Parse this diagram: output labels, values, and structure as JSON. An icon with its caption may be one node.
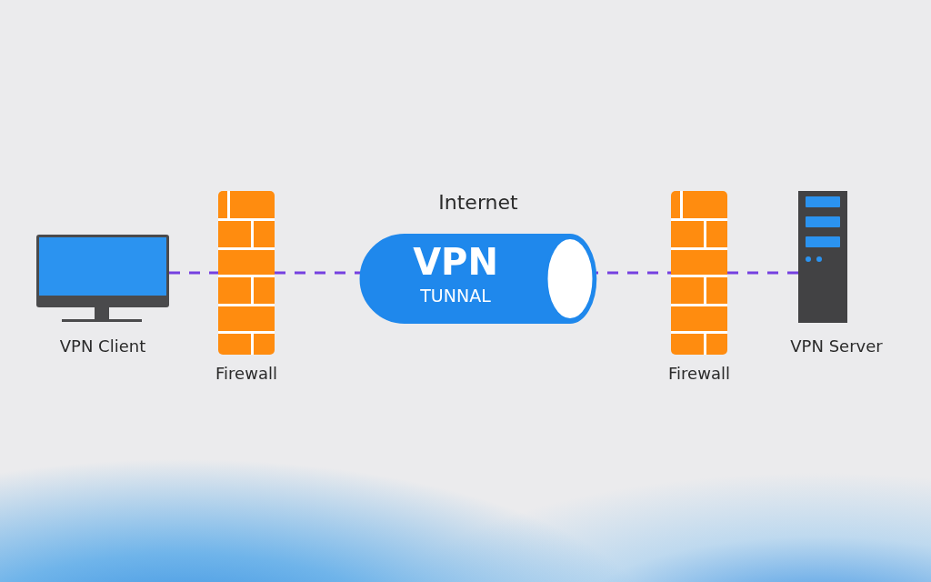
{
  "diagram": {
    "nodes": [
      {
        "text": [
          "VPN Client"
        ]
      },
      {
        "text": [
          "Firewall"
        ]
      },
      {
        "text": [
          "Internet",
          "VPN",
          "TUNNAL"
        ]
      },
      {
        "text": [
          "Firewall"
        ]
      },
      {
        "text": [
          "VPN Server"
        ]
      }
    ],
    "edges": [
      {
        "from": 0,
        "to": 1,
        "arrow": "none",
        "style": "dashed"
      },
      {
        "from": 1,
        "to": 2,
        "arrow": "none",
        "style": "dashed"
      },
      {
        "from": 2,
        "to": 3,
        "arrow": "none",
        "style": "dashed"
      },
      {
        "from": 3,
        "to": 4,
        "arrow": "none",
        "style": "dashed"
      }
    ]
  }
}
